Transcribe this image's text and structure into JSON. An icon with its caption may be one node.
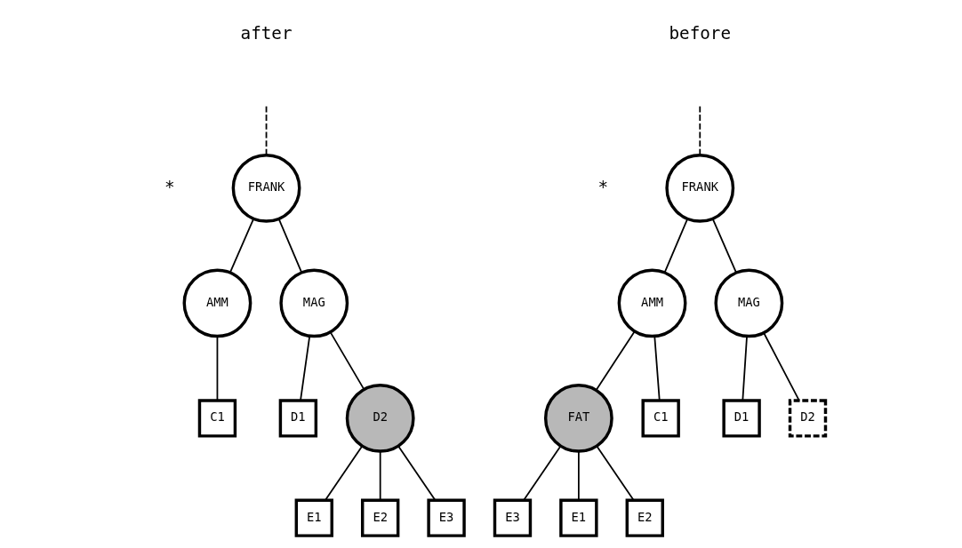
{
  "diagram": {
    "nodes": [
      {
        "text": [
          "FRANK"
        ]
      },
      {
        "text": [
          "AMM"
        ]
      },
      {
        "text": [
          "MAG"
        ]
      },
      {
        "text": [
          "FAT"
        ]
      },
      {
        "text": [
          "C1"
        ]
      },
      {
        "text": [
          "D1"
        ]
      },
      {
        "text": [
          "D2"
        ]
      },
      {
        "text": [
          "E1"
        ]
      },
      {
        "text": [
          "E2"
        ]
      },
      {
        "text": [
          "E3"
        ]
      },
      {
        "text": [
          "FRANK"
        ]
      },
      {
        "text": [
          "AMM"
        ]
      },
      {
        "text": [
          "MAG"
        ]
      },
      {
        "text": [
          "C1"
        ]
      },
      {
        "text": [
          "D1"
        ]
      },
      {
        "text": [
          "D2"
        ]
      },
      {
        "text": [
          "E1"
        ]
      },
      {
        "text": [
          "E2"
        ]
      },
      {
        "text": [
          "E3"
        ]
      }
    ],
    "edges": [
      {
        "from": null,
        "to": 0,
        "arrow": "none",
        "style": "dashed"
      },
      {
        "from": 0,
        "to": 1,
        "arrow": "none"
      },
      {
        "from": 0,
        "to": 2,
        "arrow": "none"
      },
      {
        "from": 1,
        "to": 3,
        "arrow": "none"
      },
      {
        "from": 1,
        "to": 4,
        "arrow": "none"
      },
      {
        "from": 2,
        "to": 5,
        "arrow": "none"
      },
      {
        "from": 2,
        "to": 6,
        "arrow": "none"
      },
      {
        "from": 3,
        "to": 7,
        "arrow": "none"
      },
      {
        "from": 3,
        "to": 8,
        "arrow": "none"
      },
      {
        "from": 3,
        "to": 9,
        "arrow": "none"
      },
      {
        "from": null,
        "to": 10,
        "arrow": "none",
        "style": "dashed"
      },
      {
        "from": 10,
        "to": 11,
        "arrow": "none"
      },
      {
        "from": 10,
        "to": 12,
        "arrow": "none"
      },
      {
        "from": 11,
        "to": 13,
        "arrow": "none"
      },
      {
        "from": 12,
        "to": 14,
        "arrow": "none"
      },
      {
        "from": 12,
        "to": 15,
        "arrow": "none"
      },
      {
        "from": 15,
        "to": 16,
        "arrow": "none"
      },
      {
        "from": 15,
        "to": 17,
        "arrow": "none"
      },
      {
        "from": 15,
        "to": 18,
        "arrow": "none"
      }
    ],
    "labels": [
      "before",
      "after",
      "*",
      "*"
    ]
  }
}
